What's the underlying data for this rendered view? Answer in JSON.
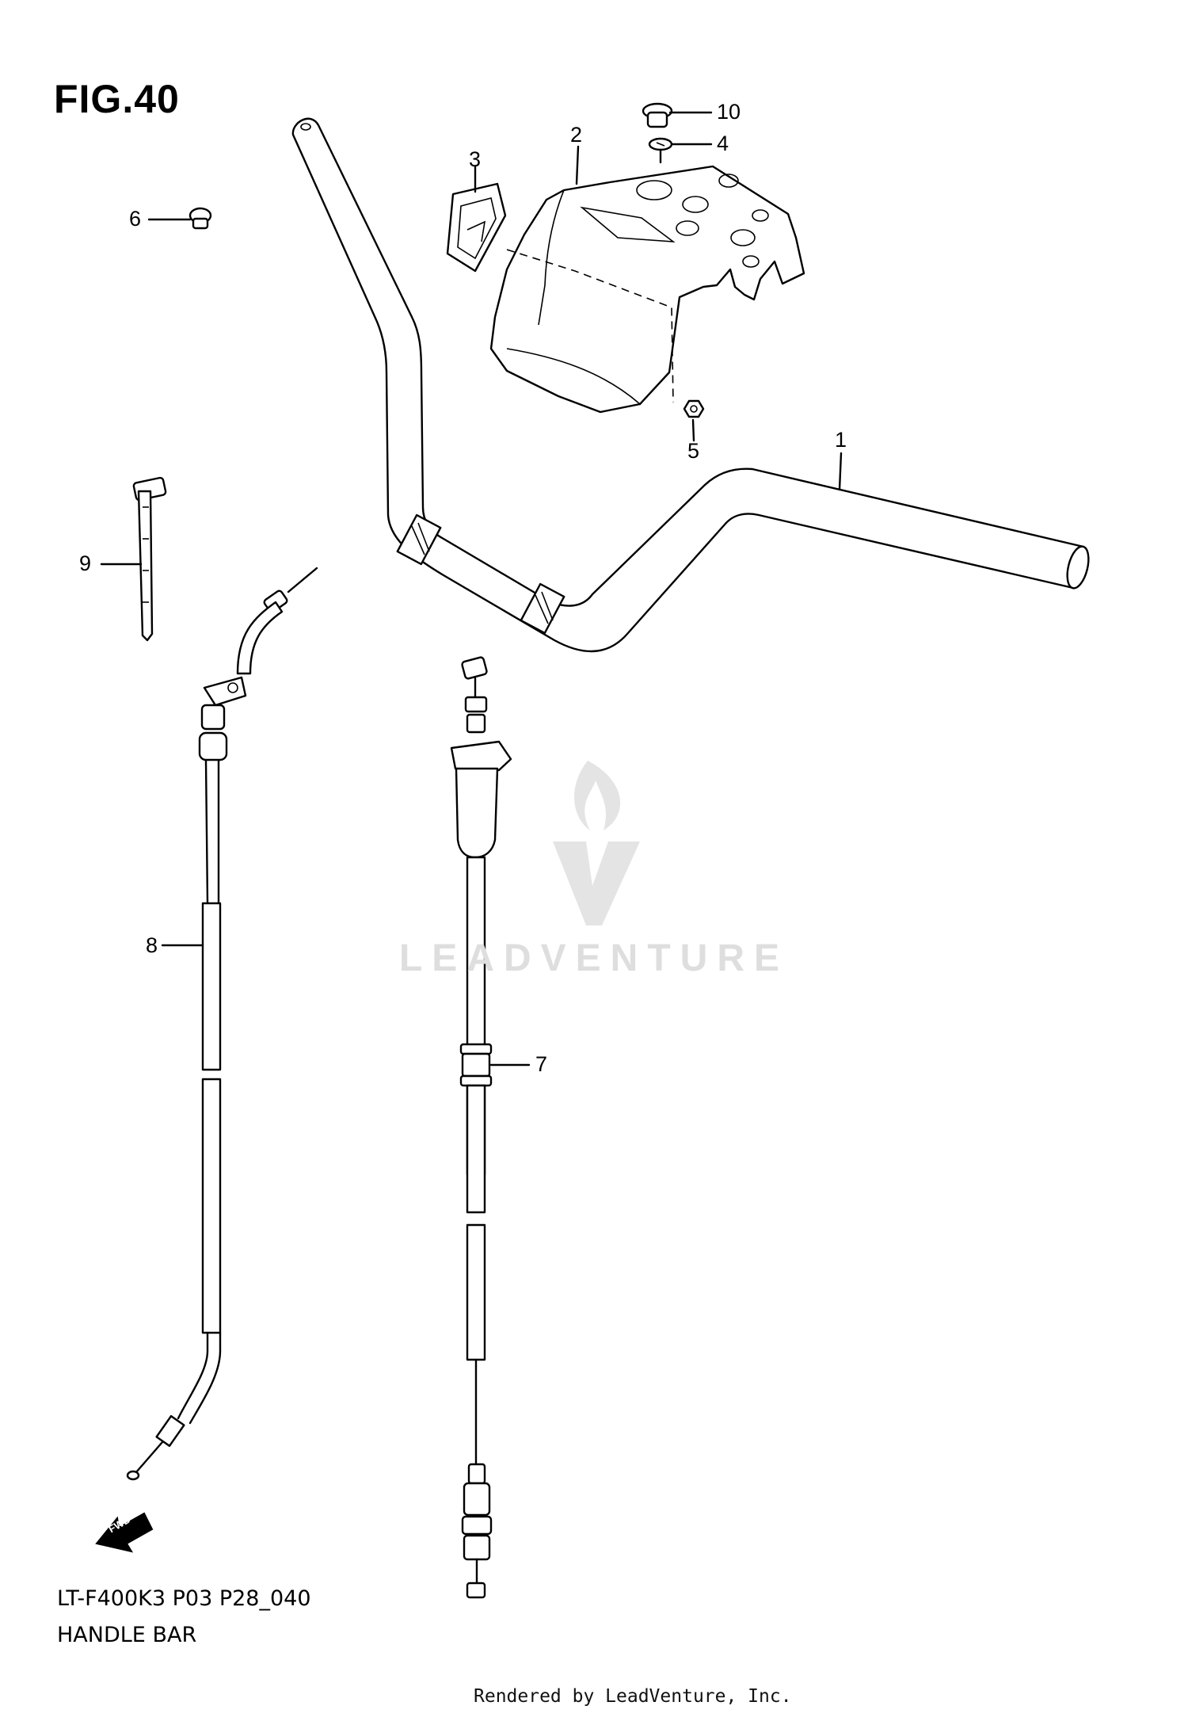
{
  "figure": {
    "title": "FIG.40",
    "model_code": "LT-F400K3 P03 P28_040",
    "section_name": "HANDLE BAR",
    "rendered_by": "Rendered by LeadVenture, Inc."
  },
  "watermark": {
    "text": "LEADVENTURE"
  },
  "direction_arrow": {
    "label": "FWD"
  },
  "callouts": [
    {
      "number": "1",
      "part": "handlebar"
    },
    {
      "number": "2",
      "part": "handlebar-cover"
    },
    {
      "number": "3",
      "part": "emblem"
    },
    {
      "number": "4",
      "part": "screw"
    },
    {
      "number": "5",
      "part": "nut"
    },
    {
      "number": "6",
      "part": "cap"
    },
    {
      "number": "7",
      "part": "throttle-cable"
    },
    {
      "number": "8",
      "part": "brake-cable"
    },
    {
      "number": "9",
      "part": "cable-tie"
    },
    {
      "number": "10",
      "part": "plug"
    }
  ]
}
